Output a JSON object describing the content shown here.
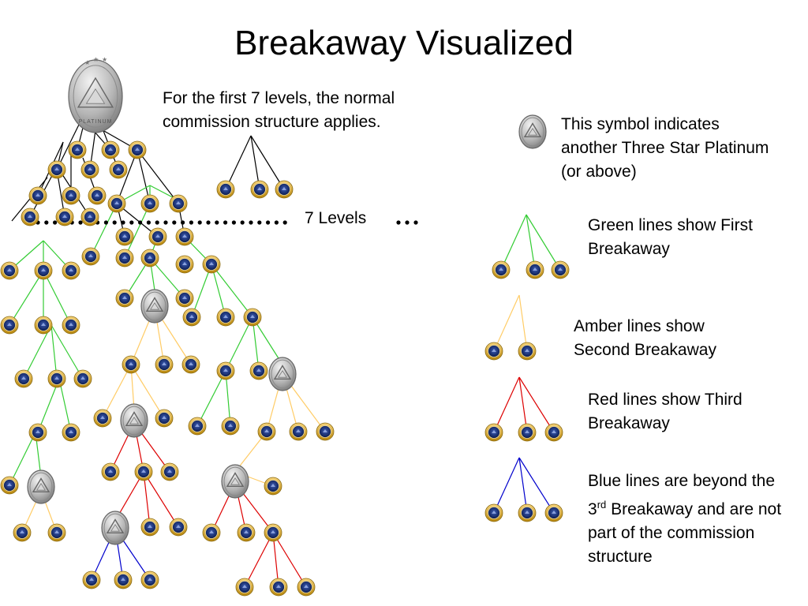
{
  "title": "Breakaway Visualized",
  "intro_note": "For the first 7 levels, the normal commission structure applies.",
  "levels_label": "7 Levels",
  "top_badge_text": "PLATINUM",
  "legend": {
    "symbol_text": "This symbol indicates another Three Star Platinum (or above)",
    "green_text": "Green lines show First Breakaway",
    "amber_text": "Amber lines show Second Breakaway",
    "red_text": "Red lines show Third Breakaway",
    "blue_prefix": "Blue lines are beyond the 3",
    "blue_sup": "rd",
    "blue_suffix": " Breakaway and are not part of the commission structure"
  },
  "colors": {
    "black_line": "#000000",
    "green": "#33cc33",
    "amber": "#ffcc66",
    "red": "#dd0000",
    "blue": "#0000cc",
    "coin_ring": "#d9a520",
    "coin_core": "#1a2f6e",
    "platinum": "#b0b0b0"
  }
}
